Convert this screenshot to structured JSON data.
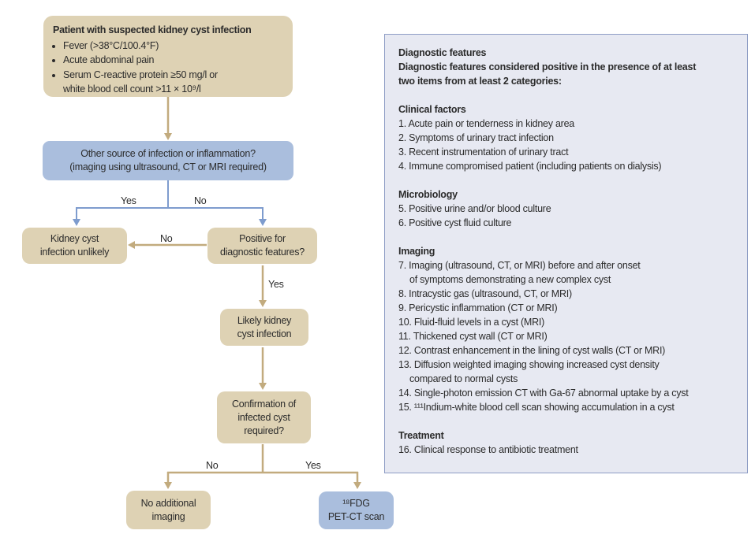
{
  "colors": {
    "tan_box": "#ded2b4",
    "tan_line": "#c2ab7e",
    "blue_box": "#aabedd",
    "blue_line": "#7e9cce",
    "panel_bg": "#e7e9f2",
    "panel_border": "#8e9dc5",
    "text": "#2b2b2b"
  },
  "flowchart": {
    "start": {
      "title": "Patient with suspected kidney cyst infection",
      "bullets": [
        "Fever (>38°C/100.4°F)",
        "Acute abdominal pain",
        "Serum C-reactive protein ≥50 mg/l or\nwhite blood cell count >11 × 10⁹/l"
      ]
    },
    "other_source": "Other source of infection or inflammation?\n(imaging using ultrasound, CT or MRI required)",
    "unlikely": "Kidney cyst\ninfection unlikely",
    "positive": "Positive for\ndiagnostic features?",
    "likely": "Likely kidney\ncyst infection",
    "confirm": "Confirmation of\ninfected cyst\nrequired?",
    "no_imaging": "No additional\nimaging",
    "petct": "¹⁸FDG\nPET-CT scan",
    "labels": {
      "yes1": "Yes",
      "no1": "No",
      "no2": "No",
      "yes2": "Yes",
      "no3": "No",
      "yes3": "Yes"
    }
  },
  "panel": {
    "title": "Diagnostic features",
    "intro": "Diagnostic features considered positive in the presence of at least\ntwo items from at least 2 categories:",
    "sections": [
      {
        "heading": "Clinical factors",
        "items": [
          "1. Acute pain or tenderness in kidney area",
          "2. Symptoms of urinary tract infection",
          "3. Recent instrumentation of urinary tract",
          "4. Immune compromised patient (including patients on dialysis)"
        ]
      },
      {
        "heading": "Microbiology",
        "items": [
          "5. Positive urine and/or blood culture",
          "6. Positive cyst fluid culture"
        ]
      },
      {
        "heading": "Imaging",
        "items": [
          "7. Imaging (ultrasound, CT, or MRI) before and after onset\nof symptoms demonstrating a new complex cyst",
          "8. Intracystic gas (ultrasound, CT, or MRI)",
          "9. Pericystic inflammation (CT or MRI)",
          "10. Fluid-fluid levels in a cyst (MRI)",
          "11. Thickened cyst wall (CT or MRI)",
          "12. Contrast enhancement in the lining of cyst walls (CT or MRI)",
          "13. Diffusion weighted imaging showing increased cyst density\ncompared to normal cysts",
          "14. Single-photon emission CT with Ga-67 abnormal uptake by a cyst",
          "15. ¹¹¹Indium-white blood cell scan showing accumulation in a cyst"
        ]
      },
      {
        "heading": "Treatment",
        "items": [
          "16. Clinical response to antibiotic treatment"
        ]
      }
    ]
  }
}
